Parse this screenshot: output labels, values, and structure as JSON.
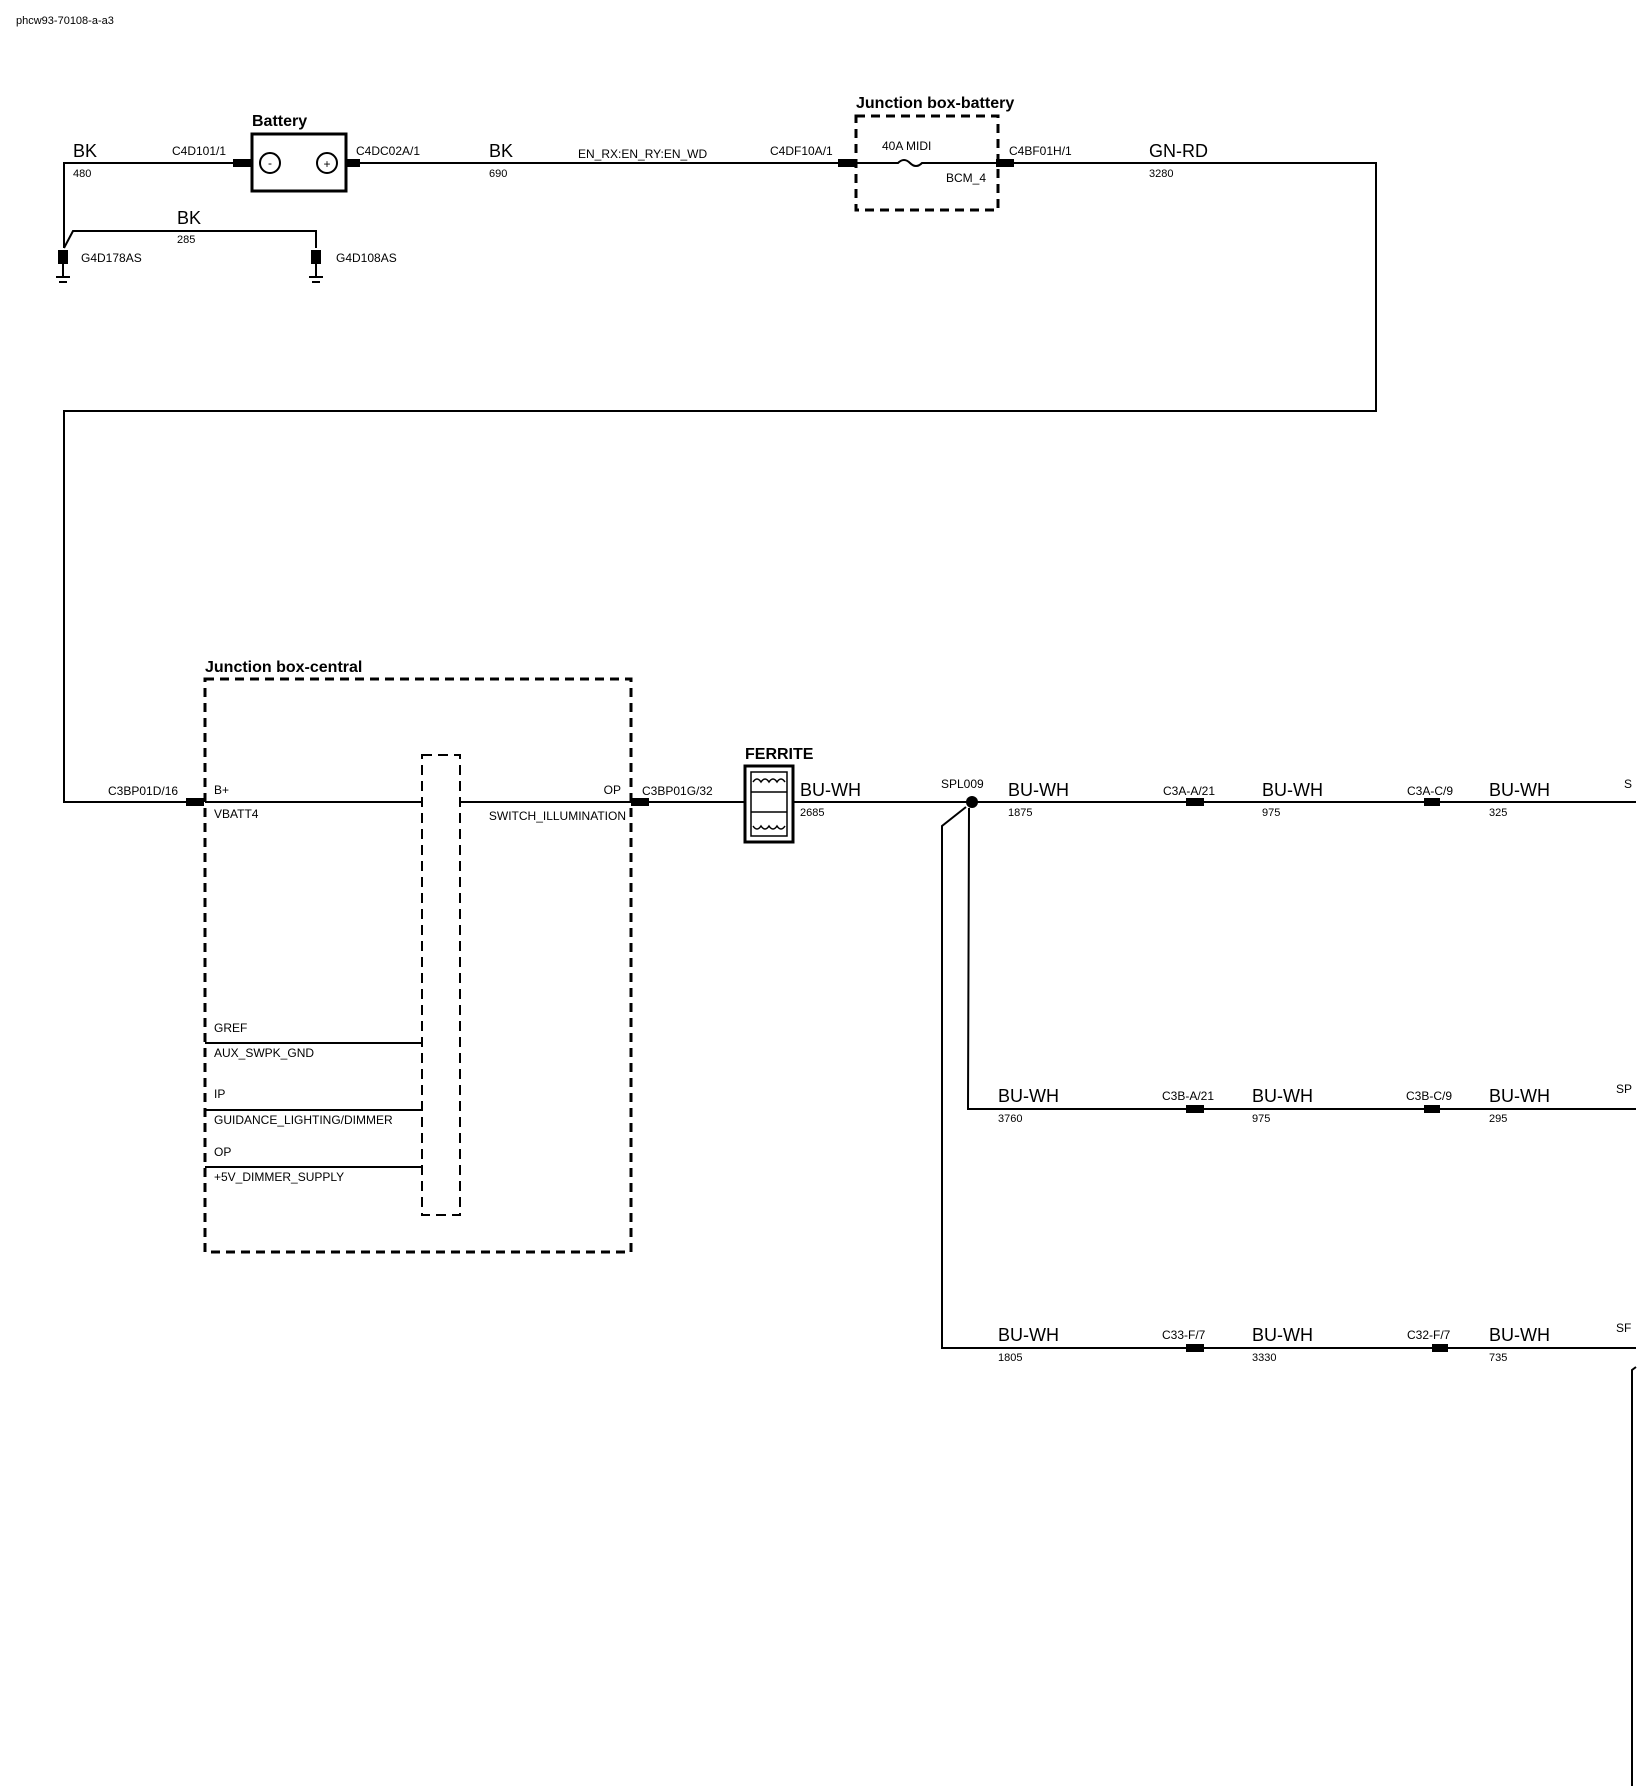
{
  "doc_id": "phcw93-70108-a-a3",
  "battery": {
    "title": "Battery",
    "minus": "-",
    "plus": "+"
  },
  "jb_battery": {
    "title": "Junction box-battery",
    "fuse": "40A MIDI",
    "pin": "BCM_4"
  },
  "jb_central": {
    "title": "Junction box-central",
    "pins": {
      "bplus": "B+",
      "vbatt": "VBATT4",
      "op1": "OP",
      "switch": "SWITCH_ILLUMINATION",
      "gref": "GREF",
      "aux": "AUX_SWPK_GND",
      "ip": "IP",
      "guidance": "GUIDANCE_LIGHTING/DIMMER",
      "op2": "OP",
      "dimmer": "+5V_DIMMER_SUPPLY"
    }
  },
  "ferrite": {
    "title": "FERRITE"
  },
  "connectors": {
    "c4d101": "C4D101/1",
    "c4dc02a": "C4DC02A/1",
    "c4df10a": "C4DF10A/1",
    "c4bf01h": "C4BF01H/1",
    "c3bp01d": "C3BP01D/16",
    "c3bp01g": "C3BP01G/32",
    "c3a_a": "C3A-A/21",
    "c3a_c": "C3A-C/9",
    "c3b_a": "C3B-A/21",
    "c3b_c": "C3B-C/9",
    "c33_f": "C33-F/7",
    "c32_f": "C32-F/7"
  },
  "grounds": {
    "g1": "G4D178AS",
    "g2": "G4D108AS"
  },
  "splice": {
    "name": "SPL009",
    "edge1": "S",
    "edge2": "SP",
    "edge3": "SF"
  },
  "circuit": {
    "name": "EN_RX:EN_RY:EN_WD"
  },
  "wires": {
    "w480": {
      "color": "BK",
      "len": "480"
    },
    "w690": {
      "color": "BK",
      "len": "690"
    },
    "w285": {
      "color": "BK",
      "len": "285"
    },
    "w3280": {
      "color": "GN-RD",
      "len": "3280"
    },
    "w2685": {
      "color": "BU-WH",
      "len": "2685"
    },
    "w1875": {
      "color": "BU-WH",
      "len": "1875"
    },
    "w975a": {
      "color": "BU-WH",
      "len": "975"
    },
    "w325": {
      "color": "BU-WH",
      "len": "325"
    },
    "w3760": {
      "color": "BU-WH",
      "len": "3760"
    },
    "w975b": {
      "color": "BU-WH",
      "len": "975"
    },
    "w295": {
      "color": "BU-WH",
      "len": "295"
    },
    "w1805": {
      "color": "BU-WH",
      "len": "1805"
    },
    "w3330": {
      "color": "BU-WH",
      "len": "3330"
    },
    "w735": {
      "color": "BU-WH",
      "len": "735"
    }
  }
}
